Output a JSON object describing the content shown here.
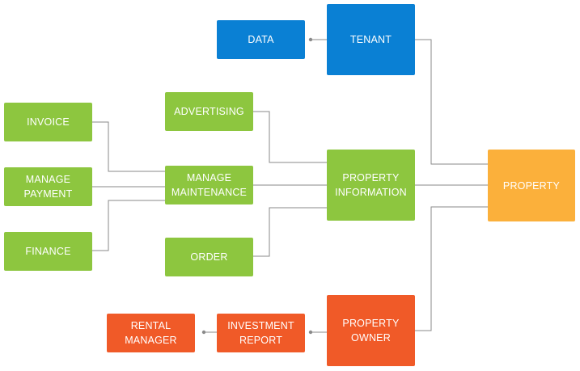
{
  "colors": {
    "green": "#8dc63f",
    "blue": "#0a80d4",
    "orange": "#f05a28",
    "yellow": "#fbb03b",
    "connector": "#8a8a8a"
  },
  "nodes": {
    "data": "DATA",
    "tenant": "TENANT",
    "advertising": "ADVERTISING",
    "invoice": "INVOICE",
    "manage_payment": "MANAGE\nPAYMENT",
    "manage_maintenance": "MANAGE\nMAINTENANCE",
    "property_information": "PROPERTY\nINFORMATION",
    "property": "PROPERTY",
    "finance": "FINANCE",
    "order": "ORDER",
    "rental_manager": "RENTAL\nMANAGER",
    "investment_report": "INVESTMENT\nREPORT",
    "property_owner": "PROPERTY\nOWNER"
  },
  "connections": [
    {
      "from": "tenant",
      "to": "data"
    },
    {
      "from": "tenant",
      "to": "property"
    },
    {
      "from": "advertising",
      "to": "property_information"
    },
    {
      "from": "invoice",
      "to": "manage_maintenance"
    },
    {
      "from": "manage_payment",
      "to": "manage_maintenance"
    },
    {
      "from": "finance",
      "to": "manage_maintenance"
    },
    {
      "from": "manage_maintenance",
      "to": "property_information"
    },
    {
      "from": "order",
      "to": "property_information"
    },
    {
      "from": "property_information",
      "to": "property"
    },
    {
      "from": "property_owner",
      "to": "property"
    },
    {
      "from": "property_owner",
      "to": "investment_report"
    },
    {
      "from": "investment_report",
      "to": "rental_manager"
    }
  ]
}
